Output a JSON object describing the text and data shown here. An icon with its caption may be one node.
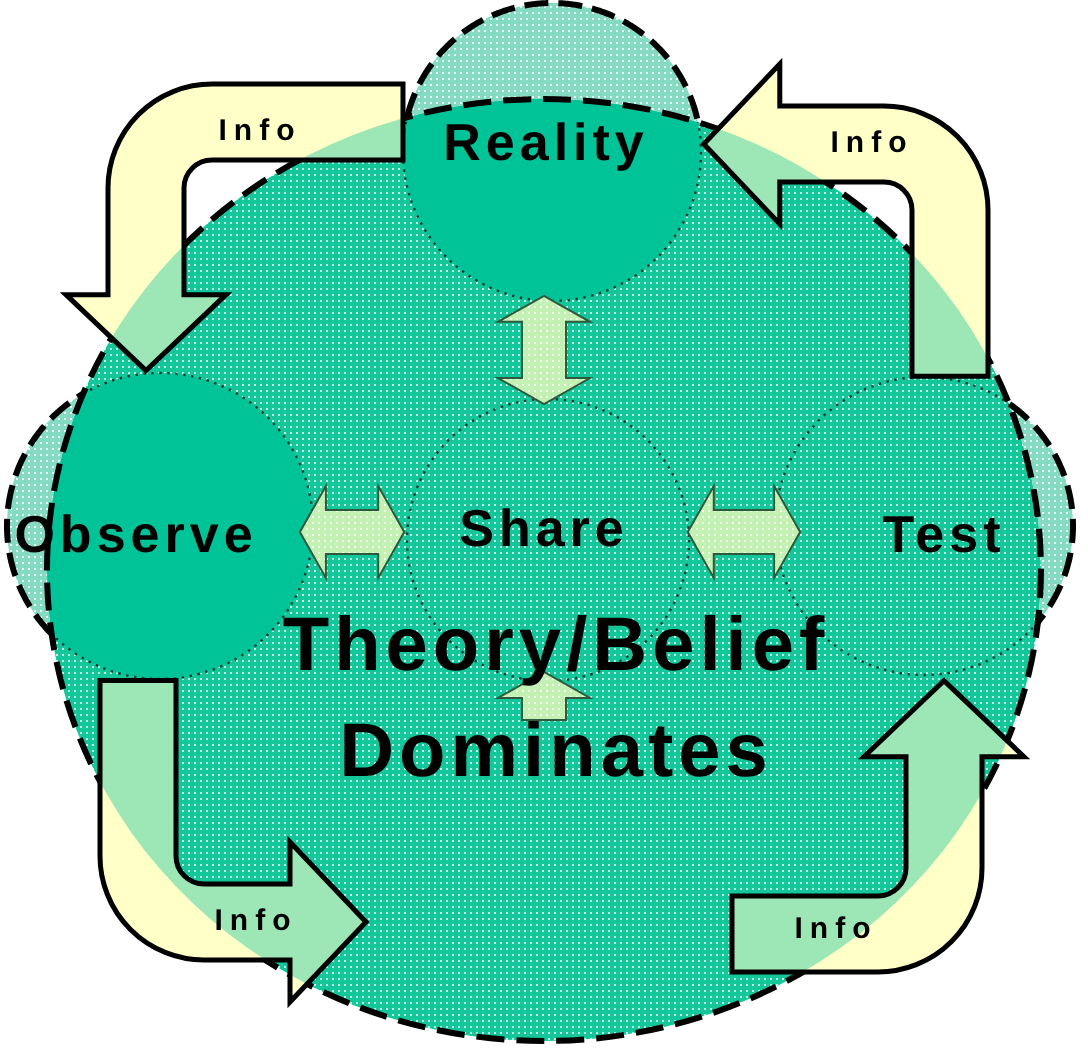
{
  "diagram": {
    "nodes": [
      {
        "text": [
          "Theory/Belief Dominates"
        ]
      },
      {
        "text": [
          "Reality"
        ]
      },
      {
        "text": [
          "Observe"
        ]
      },
      {
        "text": [
          "Share"
        ],
        "in": 0
      },
      {
        "text": [
          "Test"
        ]
      }
    ],
    "edges": [
      {
        "from": 1,
        "to": 2,
        "arrow": "to",
        "label": "Info",
        "style": "thick",
        "color": "#ffffc8"
      },
      {
        "from": 2,
        "to": null,
        "arrow": "to",
        "label": "Info",
        "style": "thick",
        "color": "#ffffc8"
      },
      {
        "from": null,
        "to": 4,
        "arrow": "to",
        "label": "Info",
        "style": "thick",
        "color": "#ffffc8"
      },
      {
        "from": 4,
        "to": 1,
        "arrow": "to",
        "label": "Info",
        "style": "thick",
        "color": "#ffffc8"
      },
      {
        "from": 2,
        "to": 3,
        "arrow": "both"
      },
      {
        "from": 3,
        "to": 4,
        "arrow": "both"
      },
      {
        "from": 1,
        "to": 3,
        "arrow": "both"
      },
      {
        "from": null,
        "to": 3,
        "arrow": "to"
      }
    ]
  }
}
